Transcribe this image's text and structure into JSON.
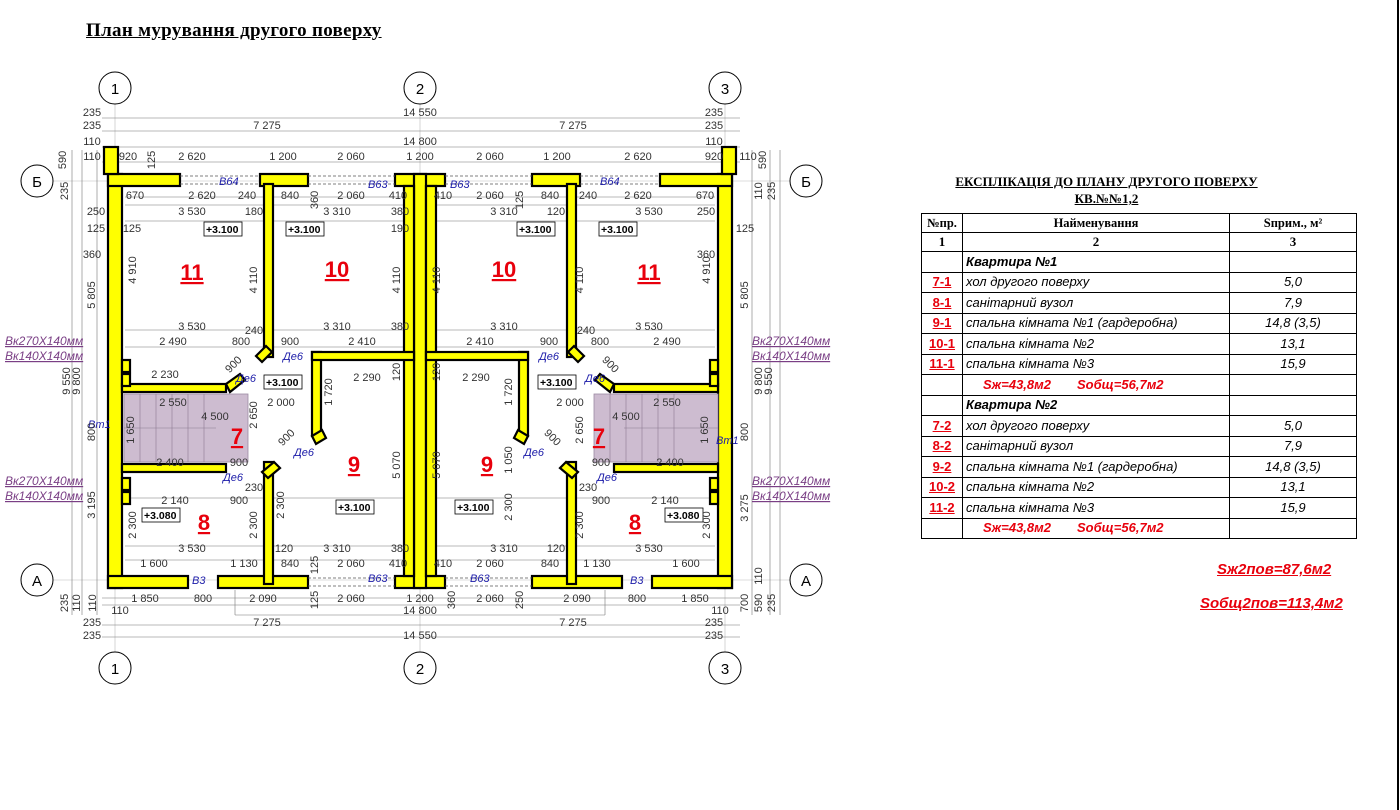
{
  "plan_title": "План мурування другого поверху",
  "axes": {
    "columns": [
      "1",
      "2",
      "3"
    ],
    "rows": [
      "Б",
      "А"
    ]
  },
  "room_numbers": {
    "r11": "11",
    "r10": "10",
    "r9": "9",
    "r8": "8",
    "r7": "7"
  },
  "elevations": {
    "e3100": "+3.100",
    "e3080": "+3.080"
  },
  "openings": {
    "v64": "В64",
    "v63": "В63",
    "v3": "В3",
    "de6": "Де6",
    "vt1": "Вт1"
  },
  "vents": {
    "v270": "Вк270Х140мм",
    "v140": "Вк140Х140мм"
  },
  "dimensions": {
    "d14550": "14 550",
    "d14800": "14 800",
    "d7275": "7 275",
    "d235": "235",
    "d110": "110",
    "d920": "920",
    "d125": "125",
    "d2620": "2 620",
    "d1200": "1 200",
    "d2060": "2 060",
    "d670": "670",
    "d240": "240",
    "d840": "840",
    "d410": "410",
    "d360": "360",
    "d250": "250",
    "d3530": "3 530",
    "d180": "180",
    "d3310": "3 310",
    "d380": "380",
    "d120": "120",
    "d190": "190",
    "d4910": "4 910",
    "d4110": "4 110",
    "d5805": "5 805",
    "d9550": "9 550",
    "d9800": "9 800",
    "d2490": "2 490",
    "d800": "800",
    "d900": "900",
    "d2410": "2 410",
    "d2230": "2 230",
    "d2290": "2 290",
    "d1720": "1 720",
    "d2550": "2 550",
    "d4500": "4 500",
    "d2000": "2 000",
    "d2650": "2 650",
    "d1650": "1 650",
    "d2400": "2 400",
    "d1050": "1 050",
    "d5070": "5 070",
    "d230": "230",
    "d2140": "2 140",
    "d2300": "2 300",
    "d3195": "3 195",
    "d3275": "3 275",
    "d1600": "1 600",
    "d1130": "1 130",
    "d1850": "1 850",
    "d2090": "2 090",
    "d700": "700",
    "d590": "590"
  },
  "explication": {
    "title_line1": "ЕКСПЛІКАЦІЯ ДО ПЛАНУ ДРУГОГО ПОВЕРХУ",
    "title_line2": "КВ.№№1,2",
    "headers": [
      "№пр.",
      "Найменування",
      "Sприм., м²"
    ],
    "index_row": [
      "1",
      "2",
      "3"
    ],
    "apartments": [
      {
        "name": "Квартира №1",
        "rows": [
          {
            "num": "7-1",
            "name": "хол  другого  поверху",
            "area": "5,0"
          },
          {
            "num": "8-1",
            "name": "санітарний  вузол",
            "area": "7,9"
          },
          {
            "num": "9-1",
            "name": "спальна кімната №1 (гардеробна)",
            "area": "14,8 (3,5)"
          },
          {
            "num": "10-1",
            "name": "спальна кімната №2",
            "area": "13,1"
          },
          {
            "num": "11-1",
            "name": "спальна кімната №3",
            "area": "15,9"
          }
        ],
        "sum_living": "Sж=43,8м2",
        "sum_total": "Sобщ=56,7м2"
      },
      {
        "name": "Квартира №2",
        "rows": [
          {
            "num": "7-2",
            "name": "хол  другого  поверху",
            "area": "5,0"
          },
          {
            "num": "8-2",
            "name": "санітарний  вузол",
            "area": "7,9"
          },
          {
            "num": "9-2",
            "name": "спальна кімната №1 (гардеробна)",
            "area": "14,8 (3,5)"
          },
          {
            "num": "10-2",
            "name": "спальна кімната №2",
            "area": "13,1"
          },
          {
            "num": "11-2",
            "name": "спальна кімната №3",
            "area": "15,9"
          }
        ],
        "sum_living": "Sж=43,8м2",
        "sum_total": "Sобщ=56,7м2"
      }
    ]
  },
  "totals": {
    "living": "Sж2пов=87,6м2",
    "total": "Sобщ2пов=113,4м2"
  },
  "colors": {
    "wall_fill": "#ffff00",
    "wall_stroke": "#000000",
    "stair_fill": "#cdbcd0",
    "room_number": "#e8000c",
    "opening_label": "#1a1aa8",
    "vent_label": "#7a3f85",
    "dim_line": "#777777"
  }
}
